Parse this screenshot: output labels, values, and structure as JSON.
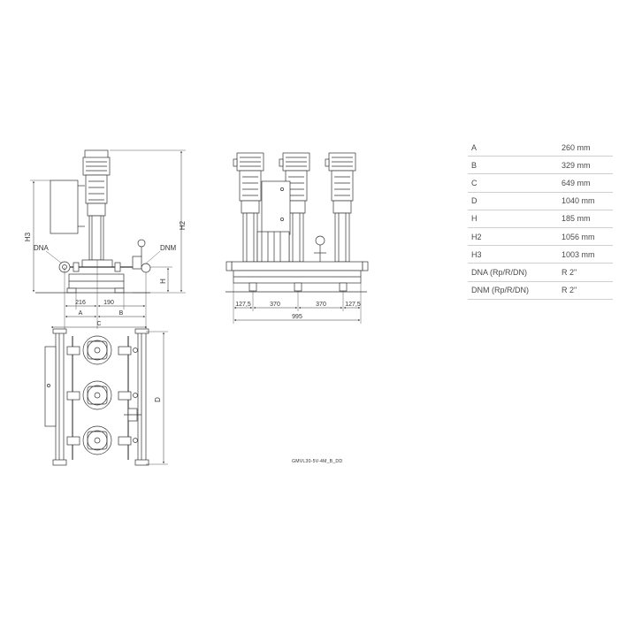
{
  "specs": [
    {
      "label": "A",
      "value": "260 mm"
    },
    {
      "label": "B",
      "value": "329 mm"
    },
    {
      "label": "C",
      "value": "649 mm"
    },
    {
      "label": "D",
      "value": "1040 mm"
    },
    {
      "label": "H",
      "value": "185 mm"
    },
    {
      "label": "H2",
      "value": "1056 mm"
    },
    {
      "label": "H3",
      "value": "1003 mm"
    },
    {
      "label": "DNA (Rp/R/DN)",
      "value": "R 2\""
    },
    {
      "label": "DNM (Rp/R/DN)",
      "value": "R 2\""
    }
  ],
  "side_view": {
    "dna": "DNA",
    "dnm": "DNM",
    "h": "H",
    "h2": "H2",
    "h3": "H3",
    "dim_216": "216",
    "dim_190": "190",
    "dim_a": "A",
    "dim_b": "B",
    "dim_c": "C"
  },
  "front_view": {
    "dim_127_left": "127,5",
    "dim_370_a": "370",
    "dim_370_b": "370",
    "dim_127_right": "127,5",
    "dim_995": "995"
  },
  "top_view": {
    "dim_d": "D"
  },
  "reference": "GMVL30-5V-4M_B_DD"
}
